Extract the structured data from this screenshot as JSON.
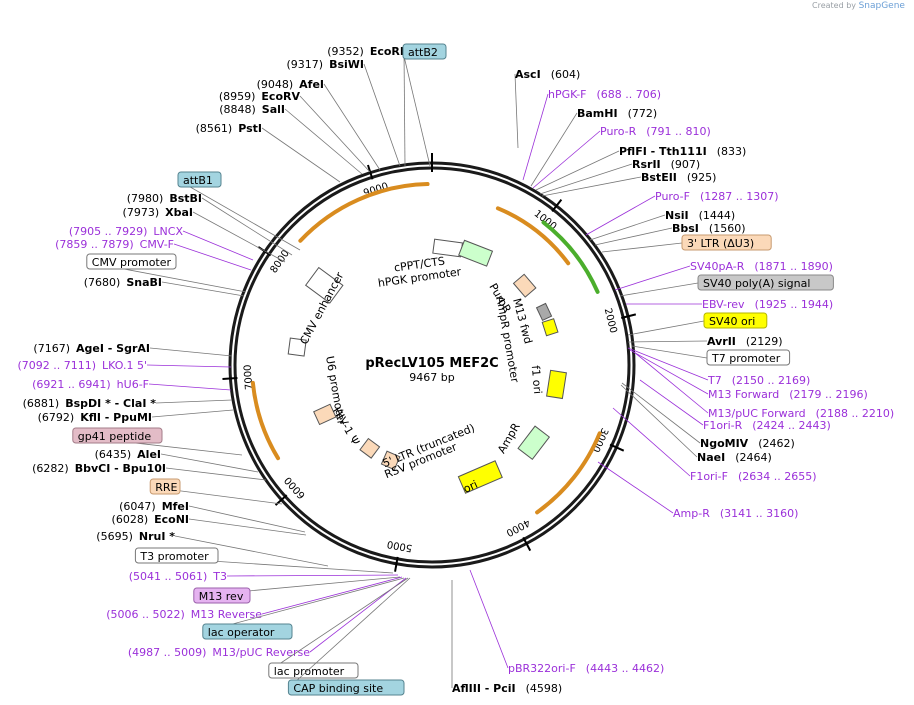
{
  "credit": {
    "text": "Created by",
    "brand": "SnapGene"
  },
  "plasmid": {
    "name": "pRecLV105 MEF2C",
    "length": "9467 bp",
    "total": 9467
  },
  "colors": {
    "enzyme": "#000000",
    "primer": "#9b30d9",
    "ring": "#1a1a1a",
    "orange": "#d98c1f",
    "green": "#4bae2c",
    "blue_tag": "#9fd0e0",
    "pink_tag": "#e3bcc7",
    "tan_tag": "#fbd9b9",
    "gray_tag": "#c8c8c8",
    "yellow_tag": "#ffff00"
  },
  "ticks": [
    "1000",
    "2000",
    "3000",
    "4000",
    "5000",
    "6000",
    "7000",
    "8000",
    "9000"
  ],
  "right_labels": [
    {
      "kind": "enzyme",
      "name": "AscI",
      "pos": "(604)"
    },
    {
      "kind": "primer",
      "name": "hPGK-F",
      "pos": "(688 .. 706)"
    },
    {
      "kind": "enzyme",
      "name": "BamHI",
      "pos": "(772)"
    },
    {
      "kind": "primer",
      "name": "Puro-R",
      "pos": "(791 .. 810)"
    },
    {
      "kind": "enzyme",
      "name": "PflFI - Tth111I",
      "pos": "(833)"
    },
    {
      "kind": "enzyme",
      "name": "RsrII",
      "pos": "(907)"
    },
    {
      "kind": "enzyme",
      "name": "BstEII",
      "pos": "(925)"
    },
    {
      "kind": "primer",
      "name": "Puro-F",
      "pos": "(1287 .. 1307)"
    },
    {
      "kind": "enzyme",
      "name": "NsiI",
      "pos": "(1444)"
    },
    {
      "kind": "enzyme",
      "name": "BbsI",
      "pos": "(1560)"
    },
    {
      "kind": "tag",
      "name": "3' LTR (ΔU3)",
      "style": "tan"
    },
    {
      "kind": "primer",
      "name": "SV40pA-R",
      "pos": "(1871 .. 1890)"
    },
    {
      "kind": "tag",
      "name": "SV40 poly(A) signal",
      "style": "gray"
    },
    {
      "kind": "primer",
      "name": "EBV-rev",
      "pos": "(1925 .. 1944)"
    },
    {
      "kind": "tag",
      "name": "SV40 ori",
      "style": "yellow"
    },
    {
      "kind": "enzyme",
      "name": "AvrII",
      "pos": "(2129)"
    },
    {
      "kind": "tag",
      "name": "T7 promoter",
      "style": "white"
    },
    {
      "kind": "primer",
      "name": "T7",
      "pos": "(2150 .. 2169)"
    },
    {
      "kind": "primer",
      "name": "M13 Forward",
      "pos": "(2179 .. 2196)"
    },
    {
      "kind": "primer",
      "name": "M13/pUC Forward",
      "pos": "(2188 .. 2210)"
    },
    {
      "kind": "primer",
      "name": "F1ori-R",
      "pos": "(2424 .. 2443)"
    },
    {
      "kind": "enzyme",
      "name": "NgoMIV",
      "pos": "(2462)"
    },
    {
      "kind": "enzyme",
      "name": "NaeI",
      "pos": "(2464)"
    },
    {
      "kind": "primer",
      "name": "F1ori-F",
      "pos": "(2634 .. 2655)"
    },
    {
      "kind": "primer",
      "name": "Amp-R",
      "pos": "(3141 .. 3160)"
    },
    {
      "kind": "primer",
      "name": "pBR322ori-F",
      "pos": "(4443 .. 4462)"
    },
    {
      "kind": "enzyme",
      "name": "AflIII - PciI",
      "pos": "(4598)"
    }
  ],
  "left_labels": [
    {
      "kind": "enzyme",
      "name": "EcoRI",
      "pos": "(9352)"
    },
    {
      "kind": "tag",
      "name": "attB2",
      "style": "blue"
    },
    {
      "kind": "enzyme",
      "name": "BsiWI",
      "pos": "(9317)"
    },
    {
      "kind": "enzyme",
      "name": "AfeI",
      "pos": "(9048)"
    },
    {
      "kind": "enzyme",
      "name": "EcoRV",
      "pos": "(8959)"
    },
    {
      "kind": "enzyme",
      "name": "SalI",
      "pos": "(8848)"
    },
    {
      "kind": "enzyme",
      "name": "PstI",
      "pos": "(8561)"
    },
    {
      "kind": "tag",
      "name": "attB1",
      "style": "blue"
    },
    {
      "kind": "enzyme",
      "name": "BstBI",
      "pos": "(7980)"
    },
    {
      "kind": "enzyme",
      "name": "XbaI",
      "pos": "(7973)"
    },
    {
      "kind": "primer",
      "name": "LNCX",
      "pos": "(7905 .. 7929)"
    },
    {
      "kind": "primer",
      "name": "CMV-F",
      "pos": "(7859 .. 7879)"
    },
    {
      "kind": "tag",
      "name": "CMV promoter",
      "style": "white"
    },
    {
      "kind": "enzyme",
      "name": "SnaBI",
      "pos": "(7680)"
    },
    {
      "kind": "enzyme",
      "name": "AgeI - SgrAI",
      "pos": "(7167)"
    },
    {
      "kind": "primer",
      "name": "LKO.1 5'",
      "pos": "(7092 .. 7111)"
    },
    {
      "kind": "primer",
      "name": "hU6-F",
      "pos": "(6921 .. 6941)"
    },
    {
      "kind": "enzyme",
      "name": "BspDI * - ClaI *",
      "pos": "(6881)"
    },
    {
      "kind": "enzyme",
      "name": "KflI - PpuMI",
      "pos": "(6792)"
    },
    {
      "kind": "tag",
      "name": "gp41 peptide",
      "style": "pink"
    },
    {
      "kind": "enzyme",
      "name": "AleI",
      "pos": "(6435)"
    },
    {
      "kind": "enzyme",
      "name": "BbvCI - Bpu10I",
      "pos": "(6282)"
    },
    {
      "kind": "tag",
      "name": "RRE",
      "style": "tan"
    },
    {
      "kind": "enzyme",
      "name": "MfeI",
      "pos": "(6047)"
    },
    {
      "kind": "enzyme",
      "name": "EcoNI",
      "pos": "(6028)"
    },
    {
      "kind": "enzyme",
      "name": "NruI *",
      "pos": "(5695)"
    },
    {
      "kind": "tag",
      "name": "T3 promoter",
      "style": "white"
    },
    {
      "kind": "primer",
      "name": "T3",
      "pos": "(5041 .. 5061)"
    },
    {
      "kind": "tag",
      "name": "M13 rev",
      "style": "purple"
    },
    {
      "kind": "primer",
      "name": "M13 Reverse",
      "pos": "(5006 .. 5022)"
    },
    {
      "kind": "tag",
      "name": "lac operator",
      "style": "blue"
    },
    {
      "kind": "primer",
      "name": "M13/pUC Reverse",
      "pos": "(4987 .. 5009)"
    },
    {
      "kind": "tag",
      "name": "lac promoter",
      "style": "white"
    },
    {
      "kind": "tag",
      "name": "CAP binding site",
      "style": "blue"
    }
  ],
  "inner_features": [
    "cPPT/CTS",
    "hPGK promoter",
    "PuroR",
    "M13 fwd",
    "AmpR promoter",
    "f1 ori",
    "AmpR",
    "ori",
    "5' LTR (truncated)",
    "RSV promoter",
    "HIV-1 Ψ",
    "U6 promoter",
    "CMV enhancer"
  ]
}
